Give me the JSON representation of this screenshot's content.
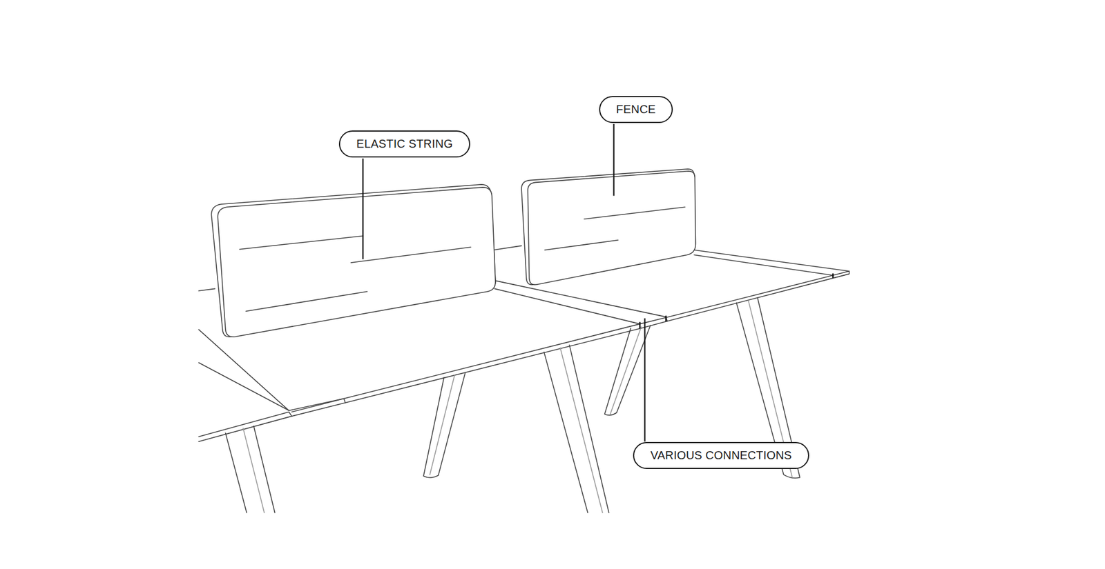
{
  "diagram": {
    "nodes": [
      {
        "text": [
          "FENCE"
        ]
      },
      {
        "text": [
          "ELASTIC STRING"
        ]
      },
      {
        "text": [
          "VARIOUS CONNECTIONS"
        ]
      }
    ]
  }
}
